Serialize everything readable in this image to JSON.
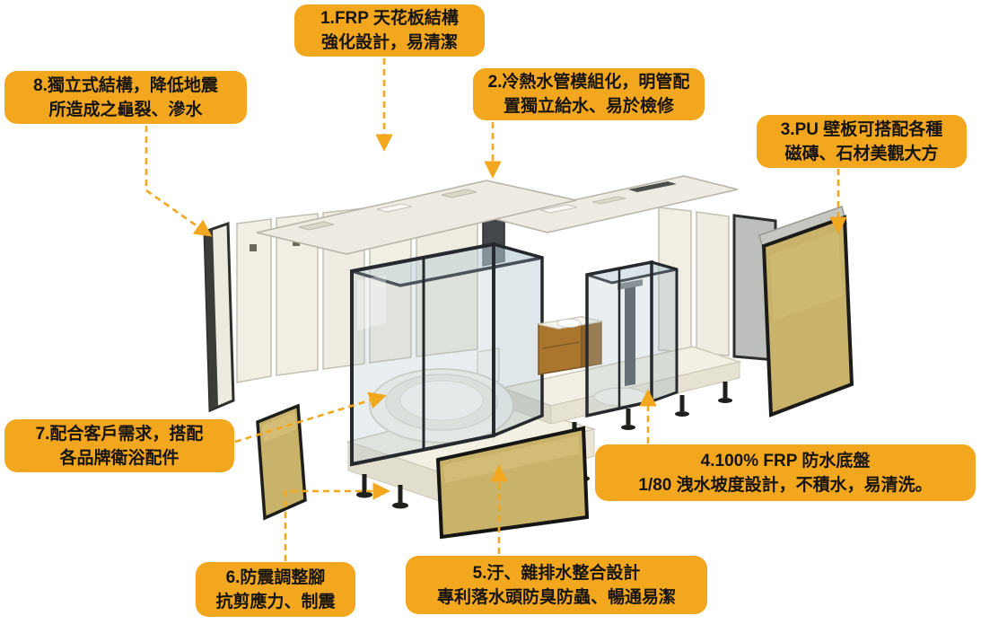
{
  "diagram": {
    "description": "Exploded isometric diagram of a prefabricated modular bathroom unit with eight numbered feature callouts",
    "callouts": [
      {
        "id": 1,
        "name": "frp-ceiling",
        "lines": [
          "1.FRP 天花板結構",
          "強化設計，易清潔"
        ]
      },
      {
        "id": 2,
        "name": "water-pipes",
        "lines": [
          "2.冷熱水管模組化，明管配",
          "置獨立給水、易於檢修"
        ]
      },
      {
        "id": 3,
        "name": "pu-wall-panel",
        "lines": [
          "3.PU 壁板可搭配各種",
          "磁磚、石材美觀大方"
        ]
      },
      {
        "id": 4,
        "name": "frp-waterproof-base",
        "lines": [
          "4.100%  FRP 防水底盤",
          "1/80 洩水坡度設計，不積水，易清洗。"
        ]
      },
      {
        "id": 5,
        "name": "drainage-design",
        "lines": [
          "5.汙、雜排水整合設計",
          "專利落水頭防臭防蟲、暢通易潔"
        ]
      },
      {
        "id": 6,
        "name": "anti-seismic-feet",
        "lines": [
          "6.防震調整腳",
          "抗剪應力、制震"
        ]
      },
      {
        "id": 7,
        "name": "custom-fixtures",
        "lines": [
          "7.配合客戶需求，搭配",
          "各品牌衛浴配件"
        ]
      },
      {
        "id": 8,
        "name": "independent-structure",
        "lines": [
          "8.獨立式結構，降低地震",
          "所造成之龜裂、滲水"
        ]
      }
    ],
    "illustration_parts": [
      "ceiling panels with service cutouts",
      "independent wall panels",
      "glass shower enclosure with round bathtub",
      "toilet",
      "wooden vanity with basin",
      "second glass shower enclosure with shower column",
      "FRP floor pan",
      "adjustable leveling feet",
      "PU wall boards (khaki)"
    ]
  },
  "colors": {
    "accent": "#F3A71E",
    "callout_text": "#161410",
    "panel_cream": "#F1EEE4",
    "board_khaki": "#C9B269",
    "glass_frame": "#26292D"
  }
}
